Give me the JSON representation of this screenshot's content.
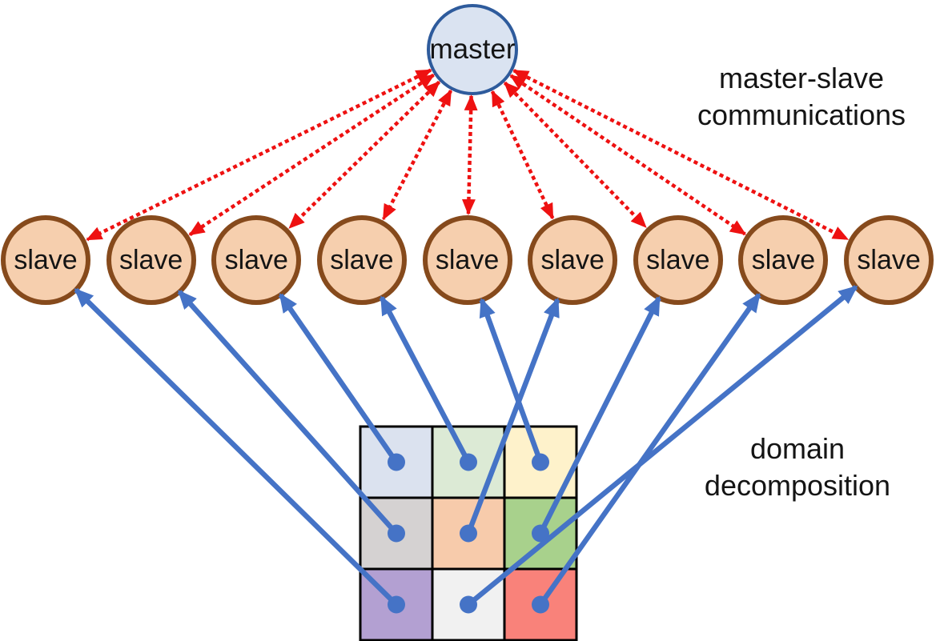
{
  "master": {
    "label": "master"
  },
  "slaves": [
    {
      "label": "slave"
    },
    {
      "label": "slave"
    },
    {
      "label": "slave"
    },
    {
      "label": "slave"
    },
    {
      "label": "slave"
    },
    {
      "label": "slave"
    },
    {
      "label": "slave"
    },
    {
      "label": "slave"
    },
    {
      "label": "slave"
    }
  ],
  "annotations": {
    "communications_label": {
      "lines": [
        "master-slave",
        "communications"
      ]
    },
    "domain_label": {
      "lines": [
        "domain",
        "decomposition"
      ]
    }
  },
  "grid": {
    "rows": 3,
    "cols": 3,
    "cells": [
      {
        "name": "cell-r1-c1",
        "color": "#dbe2ef",
        "slave": 2
      },
      {
        "name": "cell-r1-c2",
        "color": "#dcead5",
        "slave": 3
      },
      {
        "name": "cell-r1-c3",
        "color": "#fef2cb",
        "slave": 4
      },
      {
        "name": "cell-r2-c1",
        "color": "#d5d2d2",
        "slave": 1
      },
      {
        "name": "cell-r2-c2",
        "color": "#f7cbab",
        "slave": 5
      },
      {
        "name": "cell-r2-c3",
        "color": "#a8d18c",
        "slave": 6
      },
      {
        "name": "cell-r3-c1",
        "color": "#b3a0d2",
        "slave": 0
      },
      {
        "name": "cell-r3-c2",
        "color": "#f1f1f1",
        "slave": 8
      },
      {
        "name": "cell-r3-c3",
        "color": "#f9827a",
        "slave": 7
      }
    ]
  },
  "colors": {
    "communication_arrow": "#ee1111",
    "domain_arrow": "#4573c6",
    "master_fill": "#dae3f1",
    "master_border": "#2e5b9c",
    "slave_fill": "#f6cfae",
    "slave_border": "#864a1c",
    "grid_line": "#000000",
    "text": "#141414"
  }
}
